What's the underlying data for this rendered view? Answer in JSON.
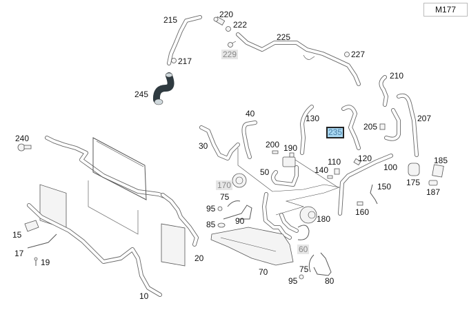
{
  "diagram": {
    "title": "Cooling system hoses and radiator parts",
    "model_code": "M177",
    "selected_part": "235",
    "colors": {
      "selected_bg": "#a9d8f2",
      "selected_text": "#4a7fa5",
      "unavailable_bg": "#e6e6e6",
      "unavailable_text": "#888888",
      "line": "#555555"
    },
    "labels": [
      {
        "id": "215",
        "text": "215",
        "state": "normal"
      },
      {
        "id": "217",
        "text": "217",
        "state": "normal"
      },
      {
        "id": "220",
        "text": "220",
        "state": "normal"
      },
      {
        "id": "222",
        "text": "222",
        "state": "normal"
      },
      {
        "id": "225",
        "text": "225",
        "state": "normal"
      },
      {
        "id": "227",
        "text": "227",
        "state": "normal"
      },
      {
        "id": "229",
        "text": "229",
        "state": "unavailable"
      },
      {
        "id": "245",
        "text": "245",
        "state": "normal"
      },
      {
        "id": "210",
        "text": "210",
        "state": "normal"
      },
      {
        "id": "207",
        "text": "207",
        "state": "normal"
      },
      {
        "id": "205",
        "text": "205",
        "state": "normal"
      },
      {
        "id": "235",
        "text": "235",
        "state": "selected"
      },
      {
        "id": "130",
        "text": "130",
        "state": "normal"
      },
      {
        "id": "40",
        "text": "40",
        "state": "normal"
      },
      {
        "id": "30",
        "text": "30",
        "state": "normal"
      },
      {
        "id": "200",
        "text": "200",
        "state": "normal"
      },
      {
        "id": "190",
        "text": "190",
        "state": "normal"
      },
      {
        "id": "50",
        "text": "50",
        "state": "normal"
      },
      {
        "id": "170",
        "text": "170",
        "state": "unavailable"
      },
      {
        "id": "110",
        "text": "110",
        "state": "normal"
      },
      {
        "id": "140",
        "text": "140",
        "state": "normal"
      },
      {
        "id": "120",
        "text": "120",
        "state": "normal"
      },
      {
        "id": "100",
        "text": "100",
        "state": "normal"
      },
      {
        "id": "185",
        "text": "185",
        "state": "normal"
      },
      {
        "id": "175",
        "text": "175",
        "state": "normal"
      },
      {
        "id": "187",
        "text": "187",
        "state": "normal"
      },
      {
        "id": "150",
        "text": "150",
        "state": "normal"
      },
      {
        "id": "160",
        "text": "160",
        "state": "normal"
      },
      {
        "id": "180",
        "text": "180",
        "state": "normal"
      },
      {
        "id": "75a",
        "text": "75",
        "state": "normal"
      },
      {
        "id": "95a",
        "text": "95",
        "state": "normal"
      },
      {
        "id": "90",
        "text": "90",
        "state": "normal"
      },
      {
        "id": "85",
        "text": "85",
        "state": "normal"
      },
      {
        "id": "60",
        "text": "60",
        "state": "unavailable"
      },
      {
        "id": "70",
        "text": "70",
        "state": "normal"
      },
      {
        "id": "75b",
        "text": "75",
        "state": "normal"
      },
      {
        "id": "95b",
        "text": "95",
        "state": "normal"
      },
      {
        "id": "80",
        "text": "80",
        "state": "normal"
      },
      {
        "id": "240",
        "text": "240",
        "state": "normal"
      },
      {
        "id": "15",
        "text": "15",
        "state": "normal"
      },
      {
        "id": "17",
        "text": "17",
        "state": "normal"
      },
      {
        "id": "19",
        "text": "19",
        "state": "normal"
      },
      {
        "id": "20",
        "text": "20",
        "state": "normal"
      },
      {
        "id": "10",
        "text": "10",
        "state": "normal"
      }
    ]
  }
}
